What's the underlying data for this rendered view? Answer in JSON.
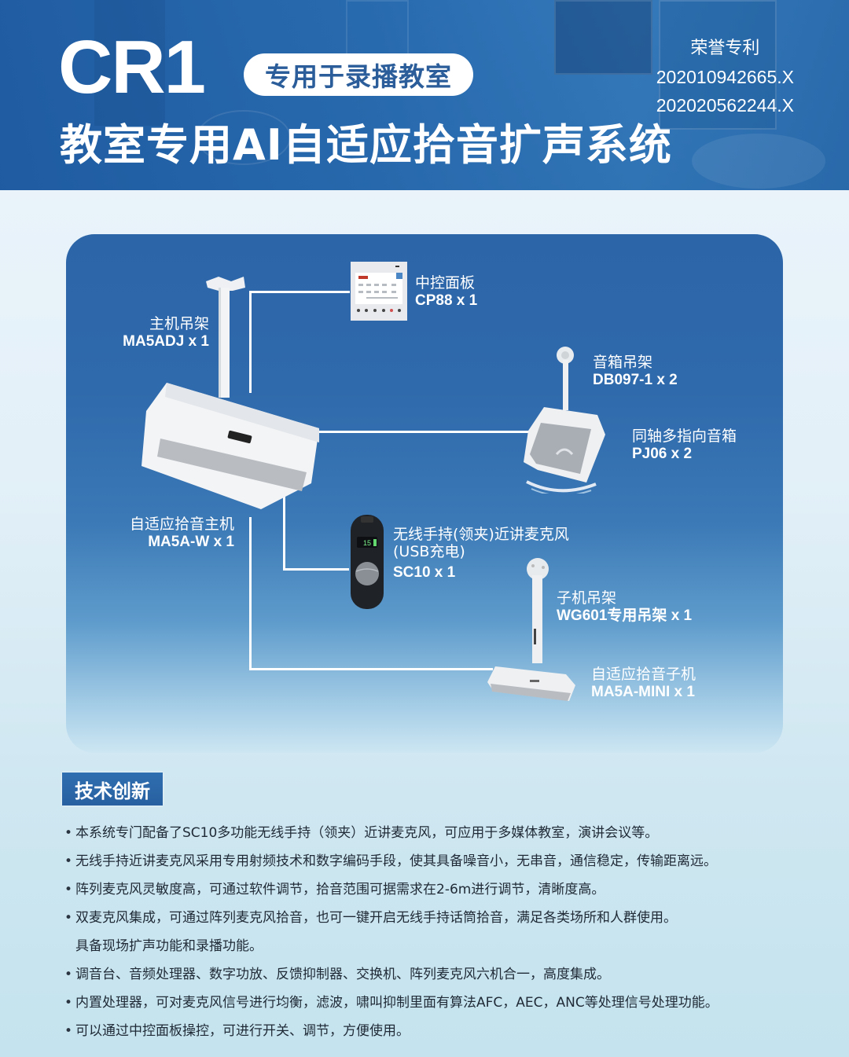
{
  "header": {
    "model": "CR1",
    "badge": "专用于录播教室",
    "patent": {
      "title": "荣誉专利",
      "numbers": [
        "202010942665.X",
        "202020562244.X"
      ]
    },
    "title": "教室专用AI自适应拾音扩声系统"
  },
  "diagram": {
    "items": [
      {
        "id": "main-bracket",
        "name": "主机吊架",
        "model": "MA5ADJ x 1"
      },
      {
        "id": "control-panel",
        "name": "中控面板",
        "model": "CP88 x 1"
      },
      {
        "id": "speaker-bracket",
        "name": "音箱吊架",
        "model": "DB097-1 x 2"
      },
      {
        "id": "speaker",
        "name": "同轴多指向音箱",
        "model": "PJ06 x 2"
      },
      {
        "id": "main-unit",
        "name": "自适应拾音主机",
        "model": "MA5A-W x 1"
      },
      {
        "id": "wireless-mic",
        "name": "无线手持(领夹)近讲麦克风",
        "sub": "(USB充电)",
        "model": "SC10 x 1"
      },
      {
        "id": "sub-bracket",
        "name": "子机吊架",
        "model": "WG601专用吊架 x 1"
      },
      {
        "id": "sub-unit",
        "name": "自适应拾音子机",
        "model": "MA5A-MINI x 1"
      }
    ],
    "mic_display": "15"
  },
  "tech": {
    "heading": "技术创新",
    "bullets": [
      "本系统专门配备了SC10多功能无线手持（领夹）近讲麦克风，可应用于多媒体教室，演讲会议等。",
      "无线手持近讲麦克风采用专用射频技术和数字编码手段，使其具备噪音小，无串音，通信稳定，传输距离远。",
      "阵列麦克风灵敏度高，可通过软件调节，拾音范围可据需求在2-6m进行调节，清晰度高。",
      "双麦克风集成，可通过阵列麦克风拾音，也可一键开启无线手持话筒拾音，满足各类场所和人群使用。",
      "调音台、音频处理器、数字功放、反馈抑制器、交换机、阵列麦克风六机合一，高度集成。",
      "内置处理器，可对麦克风信号进行均衡，滤波，啸叫抑制里面有算法AFC，AEC，ANC等处理信号处理功能。",
      "可以通过中控面板操控，可进行开关、调节，方便使用。"
    ],
    "bullet4_continuation": "具备现场扩声功能和录播功能。"
  },
  "colors": {
    "brand_blue": "#2d66a8",
    "badge_text": "#2a5d9a",
    "body_text": "#1f2a36"
  }
}
